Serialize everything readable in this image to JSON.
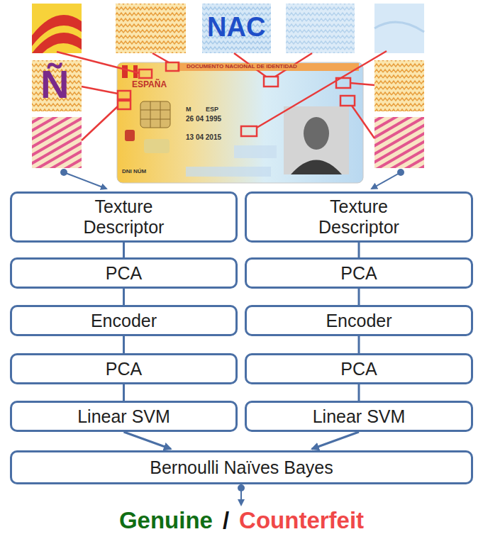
{
  "diagram": {
    "nodes": [
      {
        "text": [
          "Texture Descriptor"
        ]
      },
      {
        "text": [
          "Texture Descriptor"
        ]
      },
      {
        "text": [
          "PCA"
        ]
      },
      {
        "text": [
          "PCA"
        ]
      },
      {
        "text": [
          "Encoder"
        ]
      },
      {
        "text": [
          "Encoder"
        ]
      },
      {
        "text": [
          "PCA"
        ]
      },
      {
        "text": [
          "PCA"
        ]
      },
      {
        "text": [
          "Linear SVM"
        ]
      },
      {
        "text": [
          "Linear SVM"
        ]
      },
      {
        "text": [
          "Bernoulli Naïves Bayes"
        ]
      }
    ],
    "edges": [
      {
        "from": 0,
        "to": 2,
        "arrow": "none"
      },
      {
        "from": 2,
        "to": 4,
        "arrow": "none"
      },
      {
        "from": 4,
        "to": 6,
        "arrow": "none"
      },
      {
        "from": 6,
        "to": 8,
        "arrow": "none"
      },
      {
        "from": 1,
        "to": 3,
        "arrow": "none"
      },
      {
        "from": 3,
        "to": 5,
        "arrow": "none"
      },
      {
        "from": 5,
        "to": 7,
        "arrow": "none"
      },
      {
        "from": 7,
        "to": 9,
        "arrow": "none"
      },
      {
        "from": 8,
        "to": 10,
        "arrow": "to"
      },
      {
        "from": 9,
        "to": 10,
        "arrow": "to"
      }
    ],
    "labels": [
      "Ñ",
      "NAC",
      "DOCUMENTO NACIONAL DE IDENTIDAD",
      "ESPAÑA",
      "M",
      "ESP",
      "26 04 1995",
      "13 04 2015",
      "DNI NÚM",
      "Genuine",
      "/",
      "Counterfeit"
    ]
  }
}
